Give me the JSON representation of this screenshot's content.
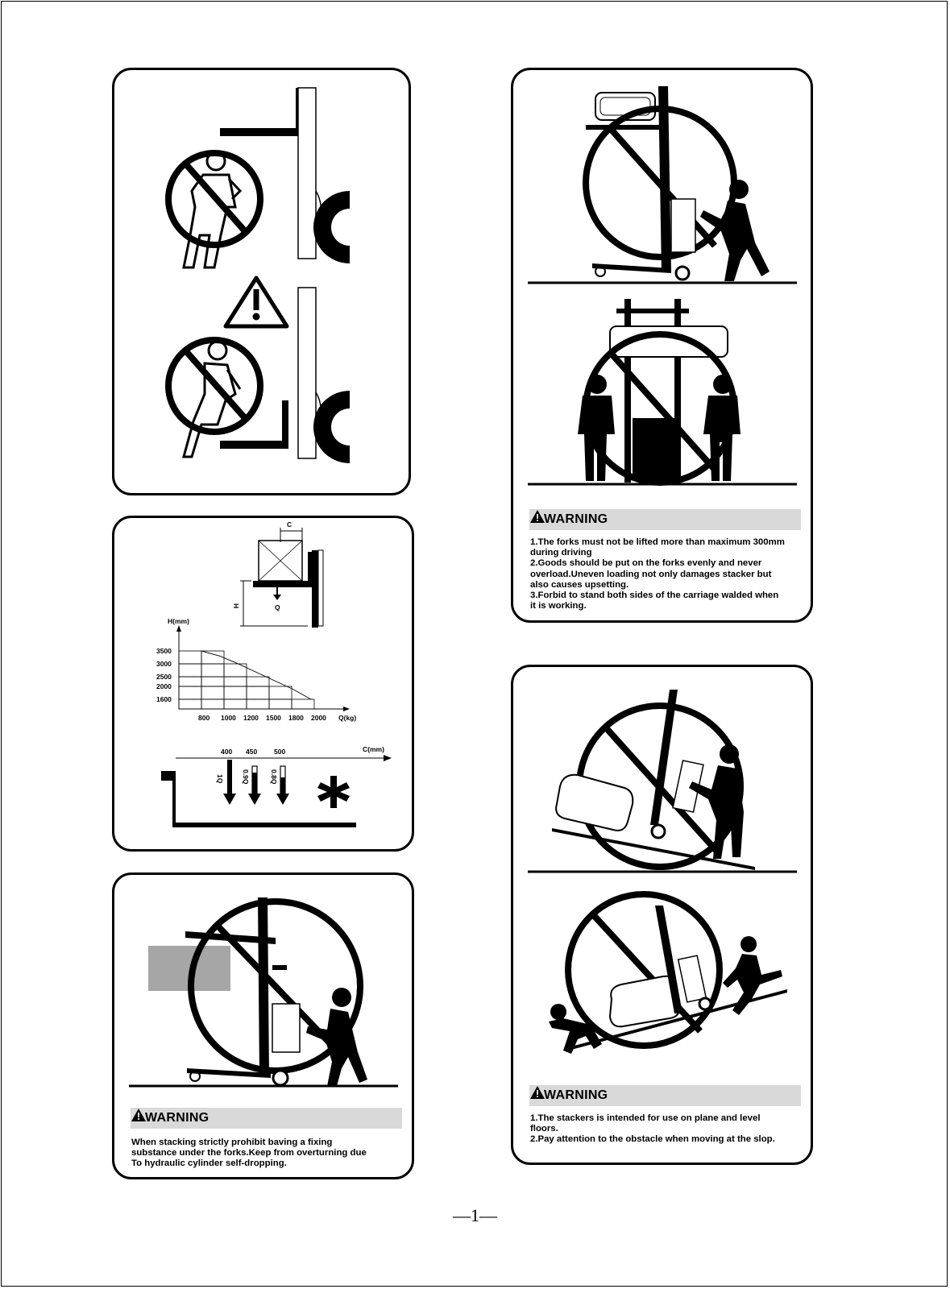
{
  "page": {
    "number": "—1—"
  },
  "panel_top_right": {
    "warning_title": "WARNING",
    "lines": [
      "1.The forks must not be lifted more than maximum 300mm",
      "during driving",
      "2.Goods should be put on the forks evenly and never",
      " overload.Uneven loading not only damages stacker but",
      "also causes upsetting.",
      "3.Forbid to stand both sides of the carriage walded when",
      "it is working."
    ]
  },
  "panel_bottom_left": {
    "warning_title": "WARNING",
    "lines": [
      "When stacking strictly prohibit baving a fixing",
      " substance under the forks.Keep from overturning due",
      "To hydraulic cylinder self-dropping."
    ]
  },
  "panel_bottom_right": {
    "warning_title": "WARNING",
    "lines": [
      "1.The stackers is intended for use on plane and level",
      "floors.",
      "2.Pay attention to the obstacle when moving at the slop."
    ]
  },
  "load_diagram": {
    "c_label": "C",
    "h_label": "H",
    "q_label": "Q",
    "chart_data": {
      "type": "area",
      "ylabel": "H(mm)",
      "xlabel": "Q(kg)",
      "y_ticks": [
        "3500",
        "3000",
        "2500",
        "2000",
        "1600"
      ],
      "x_ticks": [
        "800",
        "1000",
        "1200",
        "1500",
        "1800",
        "2000"
      ],
      "points": [
        {
          "x": 800,
          "y": 3500
        },
        {
          "x": 1000,
          "y": 3300
        },
        {
          "x": 1200,
          "y": 3000
        },
        {
          "x": 1500,
          "y": 2500
        },
        {
          "x": 1800,
          "y": 2000
        },
        {
          "x": 2000,
          "y": 1600
        }
      ]
    },
    "c_axis_label": "C(mm)",
    "c_ticks": [
      "400",
      "450",
      "500"
    ],
    "load_factors": [
      "1Q",
      "0.9Q",
      "0.8Q"
    ]
  }
}
